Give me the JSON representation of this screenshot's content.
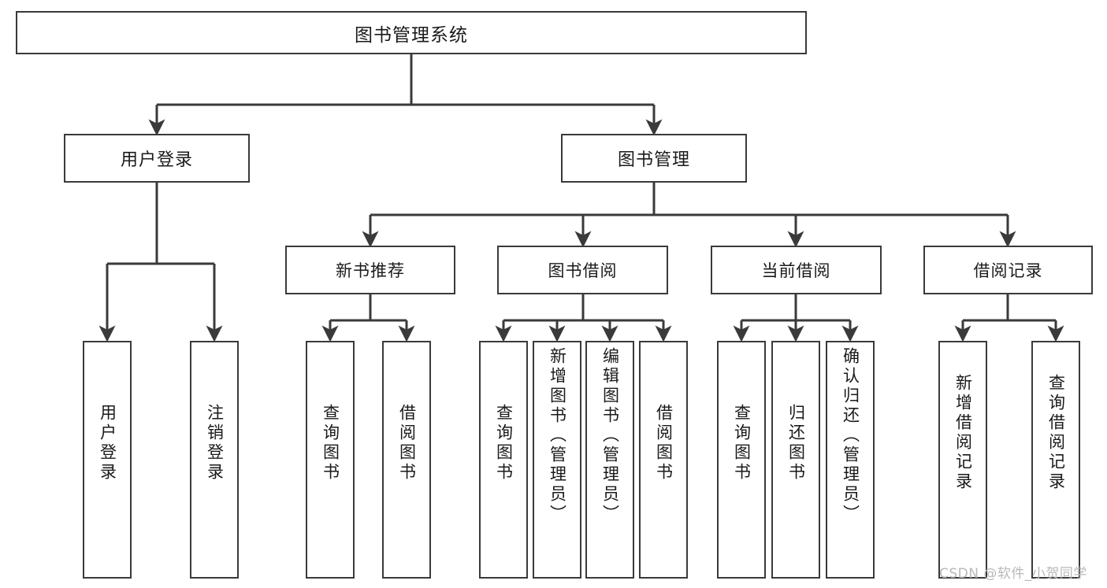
{
  "diagram": {
    "title": "图书管理系统",
    "type": "function-structure-tree",
    "watermark": "CSDN @软件_小贺同学",
    "colors": {
      "box_border": "#3a3a3a",
      "box_fill": "#ffffff",
      "edge": "#3a3a3a",
      "text": "#1a1a1a",
      "watermark": "#b8b8b8"
    },
    "root": {
      "label": "图书管理系统"
    },
    "level1": [
      {
        "label": "用户登录"
      },
      {
        "label": "图书管理"
      }
    ],
    "level2": [
      {
        "label": "新书推荐"
      },
      {
        "label": "图书借阅"
      },
      {
        "label": "当前借阅"
      },
      {
        "label": "借阅记录"
      }
    ],
    "leaves": {
      "user_login": [
        {
          "label": "用户登录"
        },
        {
          "label": "注销登录"
        }
      ],
      "new_book_recommend": [
        {
          "label": "查询图书"
        },
        {
          "label": "借阅图书"
        }
      ],
      "book_borrow": [
        {
          "label": "查询图书"
        },
        {
          "label": "新增图书（管理员）"
        },
        {
          "label": "编辑图书（管理员）"
        },
        {
          "label": "借阅图书"
        }
      ],
      "current_borrow": [
        {
          "label": "查询图书"
        },
        {
          "label": "归还图书"
        },
        {
          "label": "确认归还（管理员）"
        }
      ],
      "borrow_record": [
        {
          "label": "新增借阅记录"
        },
        {
          "label": "查询借阅记录"
        }
      ]
    }
  }
}
